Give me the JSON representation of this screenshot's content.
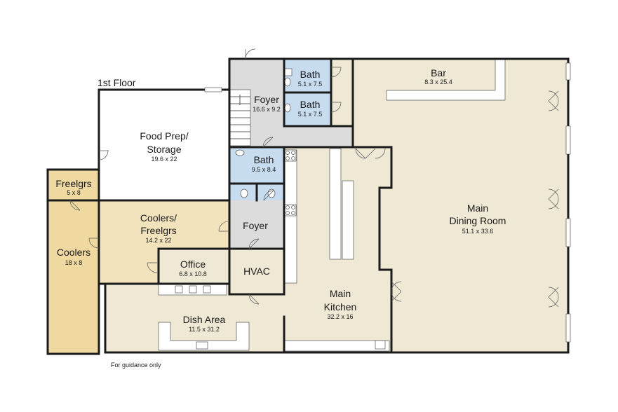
{
  "floor_label": "1st Floor",
  "footer_note": "For guidance only",
  "colors": {
    "beige": "#efe8d5",
    "tan": "#f2e3bd",
    "cooler": "#efd9a1",
    "bath_blue": "#c8dcf0",
    "foyer_grey": "#dcdcdc",
    "white": "#ffffff",
    "wall": "#1b1b1b"
  },
  "rooms": {
    "food_prep": {
      "name_line1": "Food Prep/",
      "name_line2": "Storage",
      "dims": "19.6 x 22"
    },
    "foyer_top": {
      "name": "Foyer",
      "dims": "16.6 x 9.2"
    },
    "bath_1": {
      "name": "Bath",
      "dims": "5.1 x 7.5"
    },
    "bath_2": {
      "name": "Bath",
      "dims": "5.1 x 7.5"
    },
    "bar": {
      "name": "Bar",
      "dims": "8.3 x 25.4"
    },
    "bath_3": {
      "name": "Bath",
      "dims": "9.5 x 8.4"
    },
    "freelgrs": {
      "name": "Freelgrs",
      "dims": "5 x 8"
    },
    "coolers_freelgrs": {
      "name_line1": "Coolers/",
      "name_line2": "Freelgrs",
      "dims": "14.2 x 22"
    },
    "foyer_mid": {
      "name": "Foyer"
    },
    "coolers": {
      "name": "Coolers",
      "dims": "18 x 8"
    },
    "office": {
      "name": "Office",
      "dims": "6.8 x 10.8"
    },
    "hvac": {
      "name": "HVAC"
    },
    "main_dining": {
      "name_line1": "Main",
      "name_line2": "Dining Room",
      "dims": "51.1 x 33.6"
    },
    "main_kitchen": {
      "name_line1": "Main",
      "name_line2": "Kitchen",
      "dims": "32.2 x 16"
    },
    "dish_area": {
      "name": "Dish Area",
      "dims": "11.5 x 31.2"
    }
  }
}
